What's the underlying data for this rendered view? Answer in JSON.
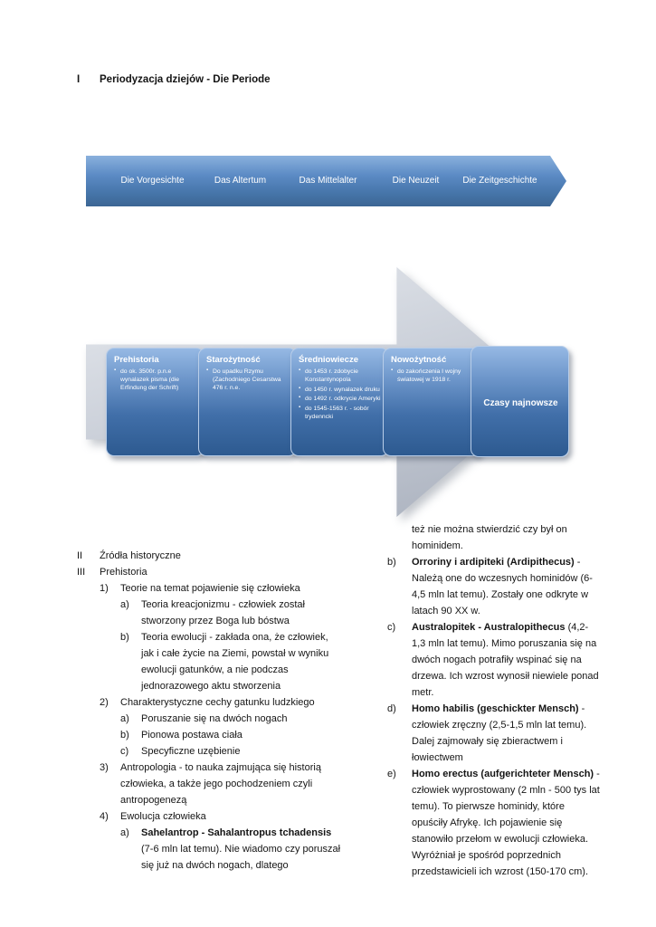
{
  "colors": {
    "chevron_blue": "#4f81bd",
    "period_box_blue": "#3f6ea8",
    "arrow_gray": "#bfc5cf"
  },
  "heading": {
    "numeral": "I",
    "text": "Periodyzacja dziejów - Die Periode"
  },
  "timeline": {
    "items": [
      {
        "label": "Die Vorgesichte"
      },
      {
        "label": "Das Altertum"
      },
      {
        "label": "Das Mittelalter"
      },
      {
        "label": "Die Neuzeit"
      },
      {
        "label": "Die Zeitgeschichte"
      }
    ]
  },
  "diagram": {
    "periods": [
      {
        "title": "Prehistoria",
        "bullets": [
          "do ok. 3500r. p.n.e wynalazek pisma (die Erfindung der Schrift)"
        ]
      },
      {
        "title": "Starożytność",
        "bullets": [
          "Do upadku Rzymu (Zachodniego Cesarstwa 476 r. n.e."
        ]
      },
      {
        "title": "Średniowiecze",
        "bullets": [
          "do 1453 r. zdobycie Konstantynopola",
          "do 1450 r. wynalazek druku",
          "do 1492 r. odkrycie Ameryki",
          "do 1545-1563 r. - sobór trydenncki"
        ]
      },
      {
        "title": "Nowożytność",
        "bullets": [
          "do zakończenia I wojny światowej w 1918 r."
        ]
      },
      {
        "title": "Czasy najnowsze",
        "bullets": []
      }
    ]
  },
  "outline": {
    "left": {
      "sections": [
        {
          "numeral": "II",
          "title": "Źródła historyczne"
        },
        {
          "numeral": "III",
          "title": "Prehistoria"
        }
      ],
      "items": [
        {
          "marker": "1)",
          "text": "Teorie na temat pojawienie się człowieka"
        },
        {
          "marker": "a)",
          "text": "Teoria kreacjonizmu - człowiek został stworzony przez Boga lub bóstwa"
        },
        {
          "marker": "b)",
          "text": "Teoria ewolucji - zakłada ona, że człowiek, jak i całe życie na Ziemi, powstał w wyniku ewolucji gatunków, a nie podczas jednorazowego aktu stworzenia"
        },
        {
          "marker": "2)",
          "text": "Charakterystyczne cechy gatunku ludzkiego"
        },
        {
          "marker": "a)",
          "text": "Poruszanie się na dwóch nogach"
        },
        {
          "marker": "b)",
          "text": "Pionowa postawa ciała"
        },
        {
          "marker": "c)",
          "text": "Specyficzne uzębienie"
        },
        {
          "marker": "3)",
          "text": "Antropologia - to nauka zajmująca się historią człowieka, a także jego pochodzeniem czyli antropogenezą"
        },
        {
          "marker": "4)",
          "text": "Ewolucja człowieka"
        },
        {
          "marker": "a)",
          "bold": "Sahelantrop - Sahalantropus tchadensis",
          "text": " (7-6 mln lat temu). Nie wiadomo czy poruszał się już na dwóch nogach, dlatego"
        }
      ]
    },
    "right": {
      "continuation": "też nie można stwierdzić czy był on hominidem.",
      "items": [
        {
          "marker": "b)",
          "bold": "Orroriny i ardipiteki (Ardipithecus)",
          "text": " - Należą one do wczesnych hominidów (6-4,5 mln lat temu). Zostały one odkryte w latach 90 XX w."
        },
        {
          "marker": "c)",
          "bold": "Australopitek - Australopithecus",
          "text": " (4,2-1,3 mln lat temu). Mimo poruszania się na dwóch nogach potrafiły wspinać się na drzewa. Ich wzrost wynosił niewiele ponad metr."
        },
        {
          "marker": "d)",
          "bold": "Homo habilis (geschickter Mensch)",
          "text": " - człowiek zręczny (2,5-1,5 mln lat temu). Dalej zajmowały się zbieractwem i łowiectwem"
        },
        {
          "marker": "e)",
          "bold": "Homo erectus (aufgerichteter Mensch)",
          "text": " - człowiek wyprostowany (2 mln - 500 tys lat temu). To pierwsze hominidy, które opuściły Afrykę. Ich pojawienie się stanowiło przełom w ewolucji człowieka. Wyróżniał je spośród poprzednich przedstawicieli ich wzrost (150-170 cm)."
        }
      ]
    }
  }
}
